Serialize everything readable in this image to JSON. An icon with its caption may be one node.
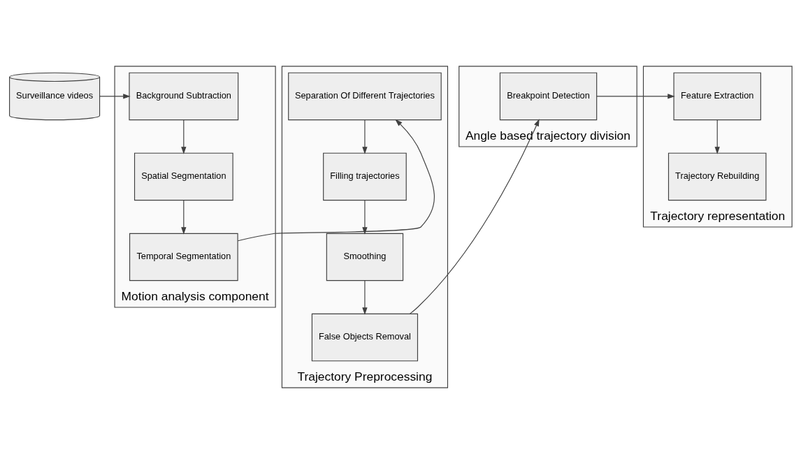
{
  "diagram": {
    "nodes": [
      {
        "text": [
          "Surveillance videos"
        ]
      },
      {
        "text": [
          "Motion analysis component"
        ]
      },
      {
        "text": [
          "Background Subtraction"
        ],
        "in": 1
      },
      {
        "text": [
          "Spatial Segmentation"
        ],
        "in": 1
      },
      {
        "text": [
          "Temporal Segmentation"
        ],
        "in": 1
      },
      {
        "text": [
          "Trajectory Preprocessing"
        ]
      },
      {
        "text": [
          "Separation Of Different Trajectories"
        ],
        "in": 5
      },
      {
        "text": [
          "Filling trajectories"
        ],
        "in": 5
      },
      {
        "text": [
          "Smoothing"
        ],
        "in": 5
      },
      {
        "text": [
          "False Objects Removal"
        ],
        "in": 5
      },
      {
        "text": [
          "Angle based trajectory division"
        ]
      },
      {
        "text": [
          "Breakpoint Detection"
        ],
        "in": 10
      },
      {
        "text": [
          "Trajectory representation"
        ]
      },
      {
        "text": [
          "Feature Extraction"
        ],
        "in": 12
      },
      {
        "text": [
          "Trajectory Rebuilding"
        ],
        "in": 12
      }
    ],
    "edges": [
      {
        "from": 0,
        "to": 2,
        "arrow": "to"
      },
      {
        "from": 2,
        "to": 3,
        "arrow": "to"
      },
      {
        "from": 3,
        "to": 4,
        "arrow": "to"
      },
      {
        "from": 4,
        "to": 6,
        "arrow": "to"
      },
      {
        "from": 6,
        "to": 7,
        "arrow": "to"
      },
      {
        "from": 7,
        "to": 8,
        "arrow": "to"
      },
      {
        "from": 8,
        "to": 9,
        "arrow": "to"
      },
      {
        "from": 9,
        "to": 11,
        "arrow": "to"
      },
      {
        "from": 11,
        "to": 13,
        "arrow": "to"
      },
      {
        "from": 13,
        "to": 14,
        "arrow": "to"
      }
    ]
  }
}
